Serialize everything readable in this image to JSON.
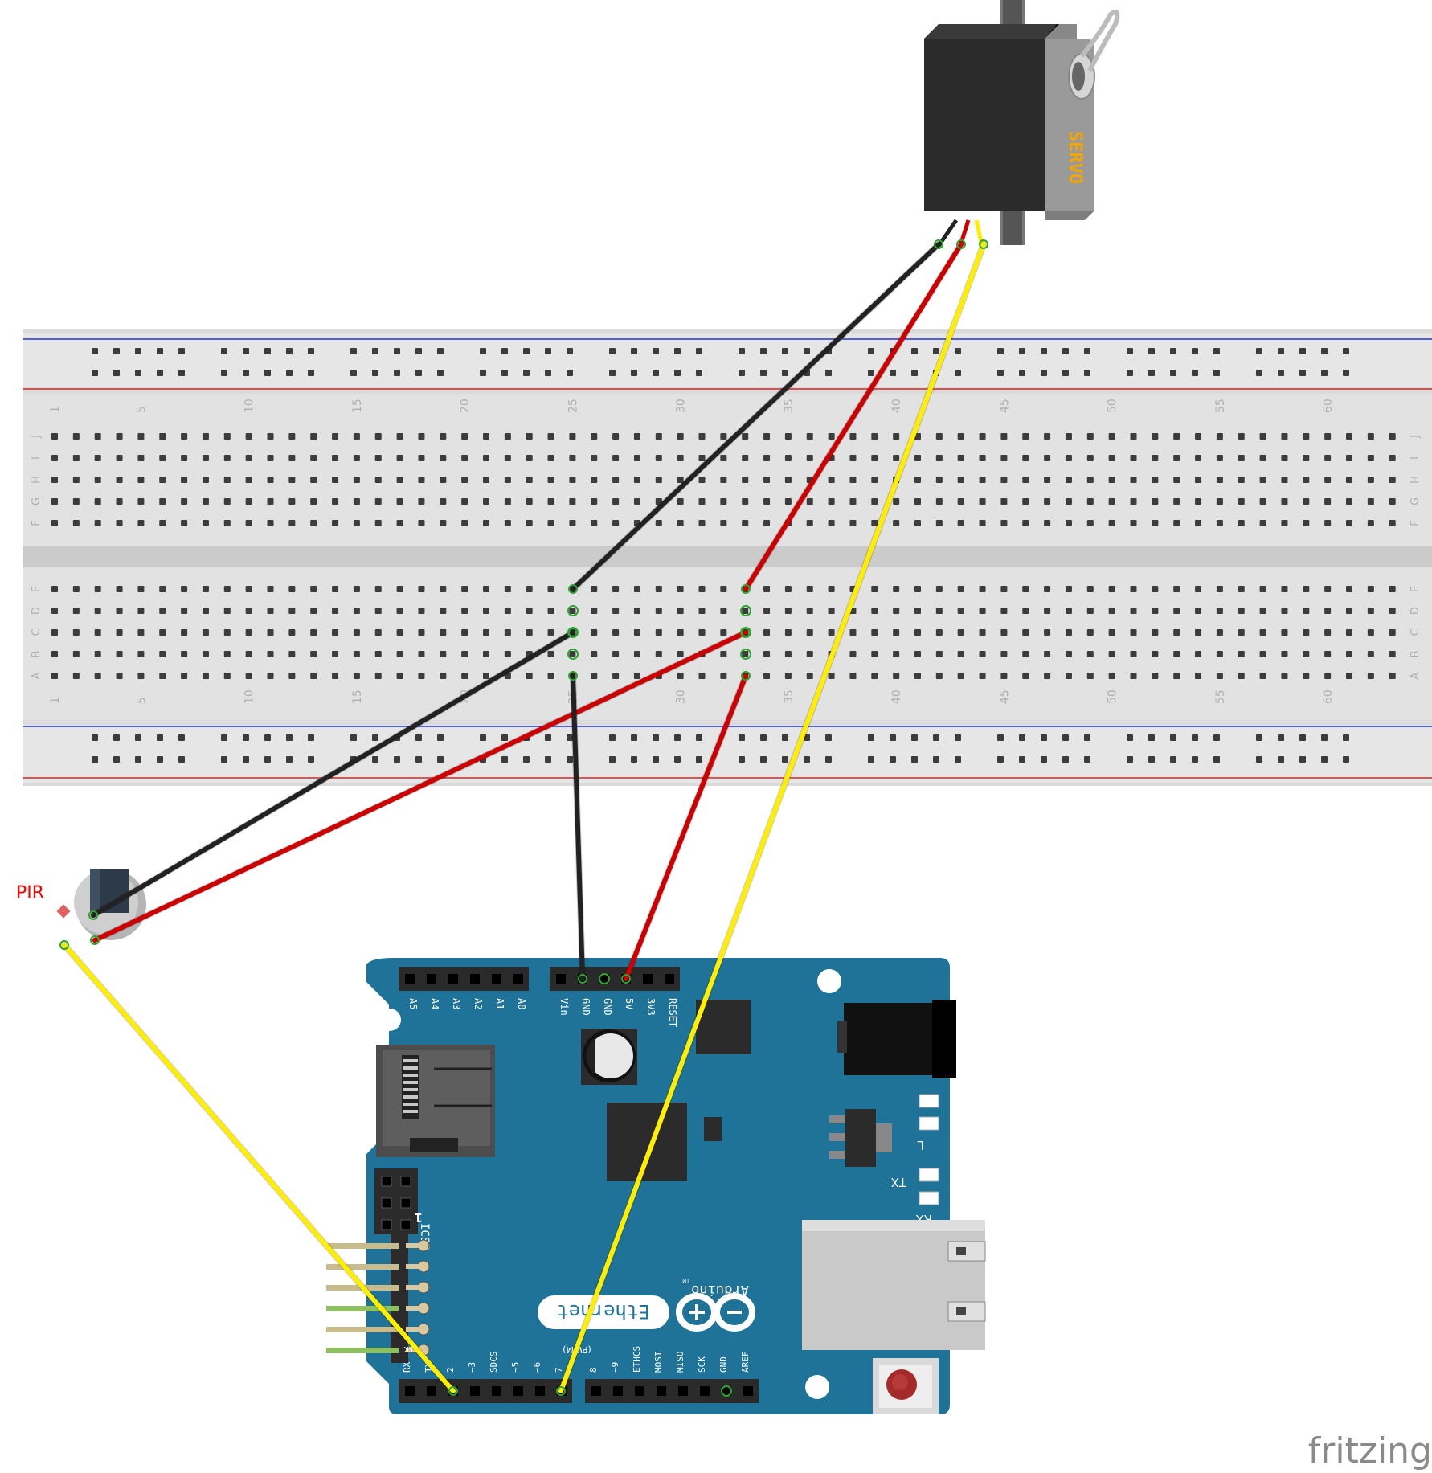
{
  "breadboard": {
    "column_numbers": [
      "1",
      "5",
      "10",
      "15",
      "20",
      "25",
      "30",
      "35",
      "40",
      "45",
      "50",
      "55",
      "60"
    ],
    "row_letters_top": [
      "J",
      "I",
      "H",
      "G",
      "F"
    ],
    "row_letters_bottom": [
      "E",
      "D",
      "C",
      "B",
      "A"
    ]
  },
  "servo": {
    "label": "SERVO"
  },
  "pir": {
    "label": "PIR"
  },
  "arduino": {
    "analog_labels": [
      "A5",
      "A4",
      "A3",
      "A2",
      "A1",
      "A0"
    ],
    "power_labels": [
      "Vin",
      "GND",
      "GND",
      "5V",
      "3V3",
      "RESET"
    ],
    "digital_labels_left": [
      "RX",
      "TX",
      "2",
      "~3",
      "SDCS",
      "~5",
      "~6",
      "7"
    ],
    "digital_labels_right": [
      "8",
      "~9",
      "ETHCS",
      "MOSI",
      "MISO",
      "SCK",
      "GND",
      "AREF"
    ],
    "icsp_label": "ICSP",
    "pwm_note": "(PWM)",
    "ethernet_label": "Ethernet",
    "brand_label": "Arduino",
    "tm": "TM",
    "led_labels": [
      "L",
      "TX",
      "RX"
    ],
    "ftdi_labels": [
      "BLK"
    ],
    "ftdi_pin_label": "1"
  },
  "watermark": "fritzing",
  "colors": {
    "wire_gnd": "#222222",
    "wire_power": "#cc0000",
    "wire_signal": "#ffee00",
    "board": "#1f7399",
    "pir_label": "#ff0000",
    "servo_text": "#f3a500"
  }
}
